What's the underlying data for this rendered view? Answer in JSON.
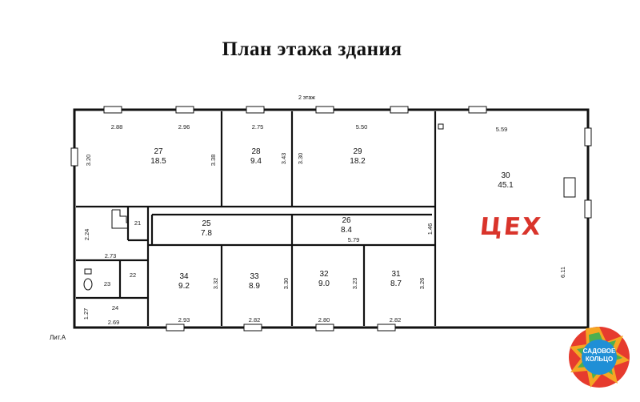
{
  "title": "План этажа   здания",
  "floor_label": "2 этаж",
  "lit_label": "Лит.А",
  "ceh_label": "ЦЕХ",
  "logo": {
    "line1": "САДОВОЕ",
    "line2": "КОЛЬЦО"
  },
  "rooms": [
    {
      "num": "27",
      "area": "18.5"
    },
    {
      "num": "28",
      "area": "9.4"
    },
    {
      "num": "29",
      "area": "18.2"
    },
    {
      "num": "30",
      "area": "45.1"
    },
    {
      "num": "25",
      "area": "7.8"
    },
    {
      "num": "26",
      "area": "8.4"
    },
    {
      "num": "34",
      "area": "9.2"
    },
    {
      "num": "33",
      "area": "8.9"
    },
    {
      "num": "32",
      "area": "9.0"
    },
    {
      "num": "31",
      "area": "8.7"
    },
    {
      "num": "21",
      "area": ""
    },
    {
      "num": "22",
      "area": ""
    },
    {
      "num": "23",
      "area": ""
    },
    {
      "num": "24",
      "area": ""
    }
  ],
  "dimensions": {
    "top": [
      "2.88",
      "2.96",
      "2.75",
      "5.50",
      "5.59"
    ],
    "vertical_upper": [
      "3.20",
      "3.38",
      "3.43",
      "3.30"
    ],
    "corridor": [
      "5.79",
      "1.46",
      "2.24",
      "2.73"
    ],
    "vertical_lower": [
      "3.32",
      "3.30",
      "3.23",
      "3.26",
      "6.11",
      "1.27"
    ],
    "bottom": [
      "2.69",
      "2.93",
      "2.82",
      "2.80",
      "2.82"
    ]
  },
  "colors": {
    "ceh": "#d9342b",
    "walls": "#111111"
  }
}
